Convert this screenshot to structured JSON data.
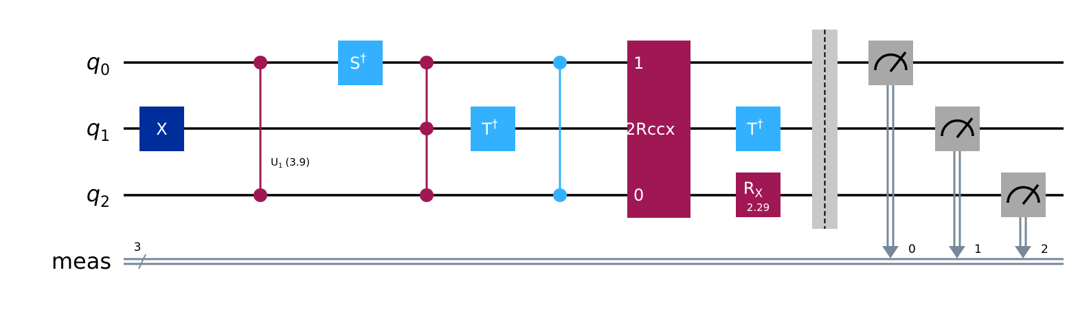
{
  "colors": {
    "wire": "#000000",
    "classical_wire": "#778899",
    "x_gate": "#002D9C",
    "s_t_gate": "#33B1FF",
    "multi_gate": "#9F1853",
    "measure": "#A8A8A8",
    "barrier": "#C8C8C8"
  },
  "wires": {
    "q0": {
      "base": "q",
      "sub": "0"
    },
    "q1": {
      "base": "q",
      "sub": "1"
    },
    "q2": {
      "base": "q",
      "sub": "2"
    },
    "meas": "meas",
    "meas_bits": "3"
  },
  "gates": {
    "x": "X",
    "sdg": {
      "base": "S",
      "sup": "†"
    },
    "tdg1": {
      "base": "T",
      "sup": "†"
    },
    "tdg2": {
      "base": "T",
      "sup": "†"
    },
    "u1_label": {
      "base": "U",
      "sub": "1",
      "param": "(3.9)"
    },
    "rccx": {
      "top": "1",
      "middle": "2Rccx",
      "bottom": "0"
    },
    "rx": {
      "base": "R",
      "sub": "X",
      "param": "2.29"
    }
  },
  "measure_bits": [
    "0",
    "1",
    "2"
  ]
}
